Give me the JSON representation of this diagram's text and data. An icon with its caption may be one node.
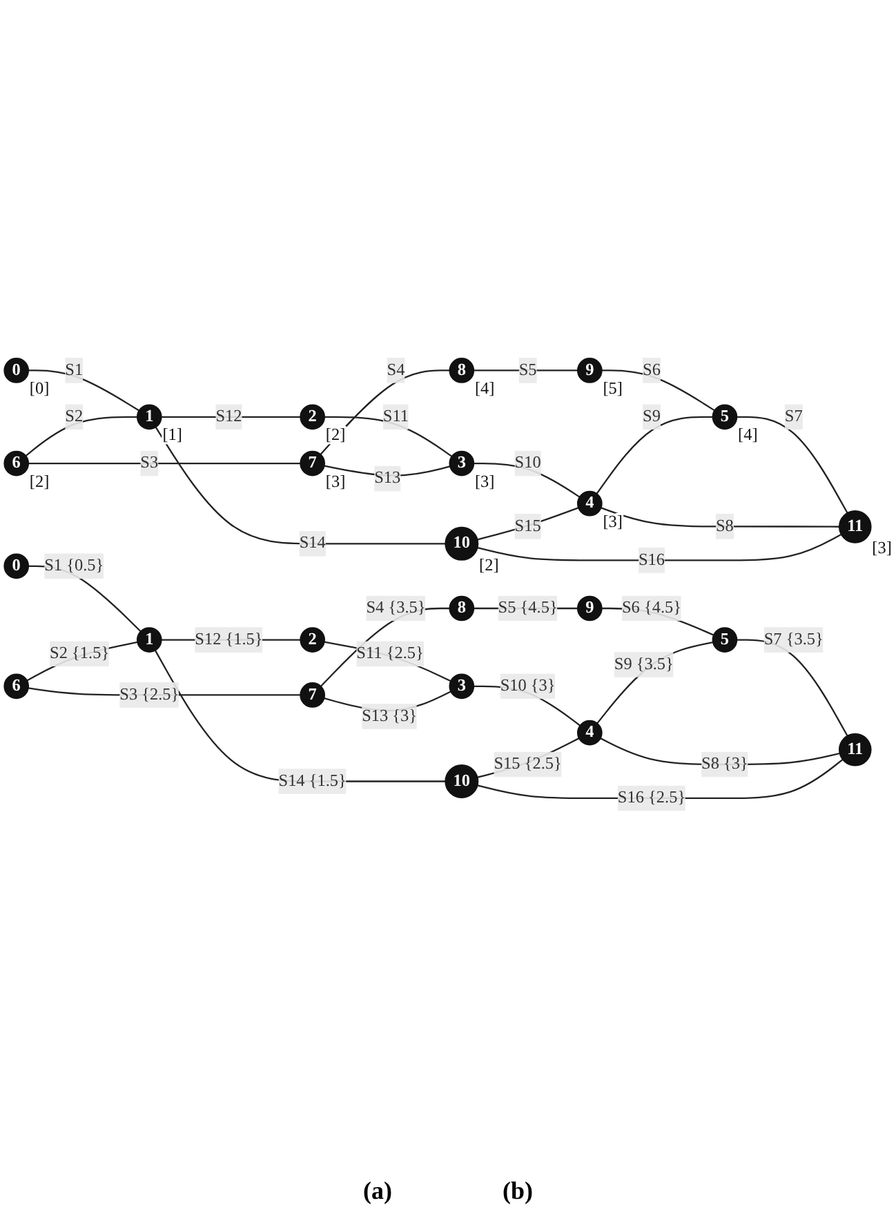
{
  "diagram": {
    "nodes": [
      {
        "text": [
          "0"
        ],
        "beside": [
          "[0]"
        ]
      },
      {
        "text": [
          "1"
        ],
        "beside": [
          "[1]"
        ]
      },
      {
        "text": [
          "2"
        ],
        "beside": [
          "[2]"
        ]
      },
      {
        "text": [
          "3"
        ],
        "beside": [
          "[3]"
        ]
      },
      {
        "text": [
          "4"
        ],
        "beside": [
          "[3]"
        ]
      },
      {
        "text": [
          "5"
        ],
        "beside": [
          "[4]"
        ]
      },
      {
        "text": [
          "6"
        ],
        "beside": [
          "[2]"
        ]
      },
      {
        "text": [
          "7"
        ],
        "beside": [
          "[3]"
        ]
      },
      {
        "text": [
          "8"
        ],
        "beside": [
          "[4]"
        ]
      },
      {
        "text": [
          "9"
        ],
        "beside": [
          "[5]"
        ]
      },
      {
        "text": [
          "10"
        ],
        "beside": [
          "[2]"
        ]
      },
      {
        "text": [
          "11"
        ],
        "beside": [
          "[3]"
        ]
      },
      {
        "text": [
          "0"
        ]
      },
      {
        "text": [
          "1"
        ]
      },
      {
        "text": [
          "2"
        ]
      },
      {
        "text": [
          "3"
        ]
      },
      {
        "text": [
          "4"
        ]
      },
      {
        "text": [
          "5"
        ]
      },
      {
        "text": [
          "6"
        ]
      },
      {
        "text": [
          "7"
        ]
      },
      {
        "text": [
          "8"
        ]
      },
      {
        "text": [
          "9"
        ]
      },
      {
        "text": [
          "10"
        ]
      },
      {
        "text": [
          "11"
        ]
      }
    ],
    "edges": [
      {
        "from": 0,
        "to": 1,
        "arrow": "none",
        "label": "S1"
      },
      {
        "from": 6,
        "to": 1,
        "arrow": "none",
        "label": "S2"
      },
      {
        "from": 6,
        "to": 7,
        "arrow": "none",
        "label": "S3"
      },
      {
        "from": 7,
        "to": 8,
        "arrow": "none",
        "label": "S4"
      },
      {
        "from": 8,
        "to": 9,
        "arrow": "none",
        "label": "S5"
      },
      {
        "from": 9,
        "to": 5,
        "arrow": "none",
        "label": "S6"
      },
      {
        "from": 5,
        "to": 11,
        "arrow": "none",
        "label": "S7"
      },
      {
        "from": 4,
        "to": 11,
        "arrow": "none",
        "label": "S8"
      },
      {
        "from": 4,
        "to": 5,
        "arrow": "none",
        "label": "S9"
      },
      {
        "from": 3,
        "to": 4,
        "arrow": "none",
        "label": "S10"
      },
      {
        "from": 2,
        "to": 3,
        "arrow": "none",
        "label": "S11"
      },
      {
        "from": 1,
        "to": 2,
        "arrow": "none",
        "label": "S12"
      },
      {
        "from": 7,
        "to": 3,
        "arrow": "none",
        "label": "S13"
      },
      {
        "from": 1,
        "to": 10,
        "arrow": "none",
        "label": "S14"
      },
      {
        "from": 10,
        "to": 4,
        "arrow": "none",
        "label": "S15"
      },
      {
        "from": 10,
        "to": 11,
        "arrow": "none",
        "label": "S16"
      },
      {
        "from": 12,
        "to": 13,
        "arrow": "none",
        "label": "S1 {0.5}"
      },
      {
        "from": 18,
        "to": 13,
        "arrow": "none",
        "label": "S2 {1.5}"
      },
      {
        "from": 18,
        "to": 19,
        "arrow": "none",
        "label": "S3 {2.5}"
      },
      {
        "from": 19,
        "to": 20,
        "arrow": "none",
        "label": "S4 {3.5}"
      },
      {
        "from": 20,
        "to": 21,
        "arrow": "none",
        "label": "S5 {4.5}"
      },
      {
        "from": 21,
        "to": 17,
        "arrow": "none",
        "label": "S6 {4.5}"
      },
      {
        "from": 17,
        "to": 23,
        "arrow": "none",
        "label": "S7 {3.5}"
      },
      {
        "from": 16,
        "to": 23,
        "arrow": "none",
        "label": "S8 {3}"
      },
      {
        "from": 16,
        "to": 17,
        "arrow": "none",
        "label": "S9 {3.5}"
      },
      {
        "from": 15,
        "to": 16,
        "arrow": "none",
        "label": "S10 {3}"
      },
      {
        "from": 14,
        "to": 15,
        "arrow": "none",
        "label": "S11 {2.5}"
      },
      {
        "from": 13,
        "to": 14,
        "arrow": "none",
        "label": "S12 {1.5}"
      },
      {
        "from": 19,
        "to": 15,
        "arrow": "none",
        "label": "S13 {3}"
      },
      {
        "from": 13,
        "to": 22,
        "arrow": "none",
        "label": "S14 {1.5}"
      },
      {
        "from": 22,
        "to": 16,
        "arrow": "none",
        "label": "S15 {2.5}"
      },
      {
        "from": 22,
        "to": 23,
        "arrow": "none",
        "label": "S16 {2.5}"
      }
    ],
    "labels": [
      "(a)",
      "(b)"
    ]
  }
}
